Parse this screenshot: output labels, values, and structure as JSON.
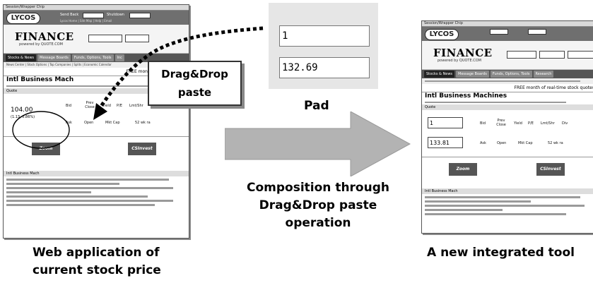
{
  "left_window": {
    "titlebar": "Session/Wrapper Chip",
    "toolbar_labels": [
      "Send Back",
      "Shutdown"
    ],
    "toolbar_sub": "Lycos Home | Site Map | Help | Email",
    "logo": "LYCOS",
    "finance_logo": "FINANCE",
    "finance_powered": "powered by QUOTE.COM",
    "nav_tabs": [
      "Stocks & News",
      "Message Boards",
      "Funds, Options, Tools",
      "Inc"
    ],
    "subnav": "News Center | Stock Options | Top Companies | Splits | Economic Calendar",
    "banner": "FREE month of real-time stu",
    "section_title": "Intl Business Mach",
    "quote_label": "Quote",
    "big_quote": "104.00",
    "big_change": "(1.13, 0.86%)",
    "quote_headers": [
      "Bid",
      "Prev Close",
      "Yield",
      "P/E",
      "Lmt/Shr",
      "Div"
    ],
    "quote_row2_headers": [
      "Ask",
      "Open",
      "Mkt Cap",
      "52 wk ra"
    ],
    "logo_left": "Zoom Starburst",
    "logo_right": "CSInvest",
    "news_title": "Intl Business Mach"
  },
  "right_window": {
    "titlebar": "Session/Wrapper Chip",
    "logo": "LYCOS",
    "finance_logo": "FINANCE",
    "finance_powered": "powered by QUOTE.COM",
    "nav_tabs": [
      "Stocks & News",
      "Message Boards",
      "Funds, Options, Tools",
      "Research"
    ],
    "banner": "FREE month of real-time stock quotes",
    "section_title": "Intl Business Machines",
    "quote_label": "Quote",
    "field1": "1",
    "field2": "133.81",
    "quote_headers": [
      "Bid",
      "Prev Close",
      "Yield",
      "P/E",
      "Lmt/Shr",
      "Div"
    ],
    "quote_row2_headers": [
      "Ask",
      "Open",
      "Mkt Cap",
      "52 wk ra"
    ],
    "logo_left": "Zoom Starburst",
    "logo_right": "CSInvest",
    "news_title": "Intl Business Mach"
  },
  "pad": {
    "field1": "1",
    "field2": "132.69",
    "label": "Pad"
  },
  "callout": {
    "line1": "Drag&Drop",
    "line2": "paste"
  },
  "arrow_caption": {
    "line1": "Composition through",
    "line2": "Drag&Drop paste operation"
  },
  "left_caption": {
    "line1": "Web application of",
    "line2": "current stock price"
  },
  "right_caption": "A new integrated tool"
}
